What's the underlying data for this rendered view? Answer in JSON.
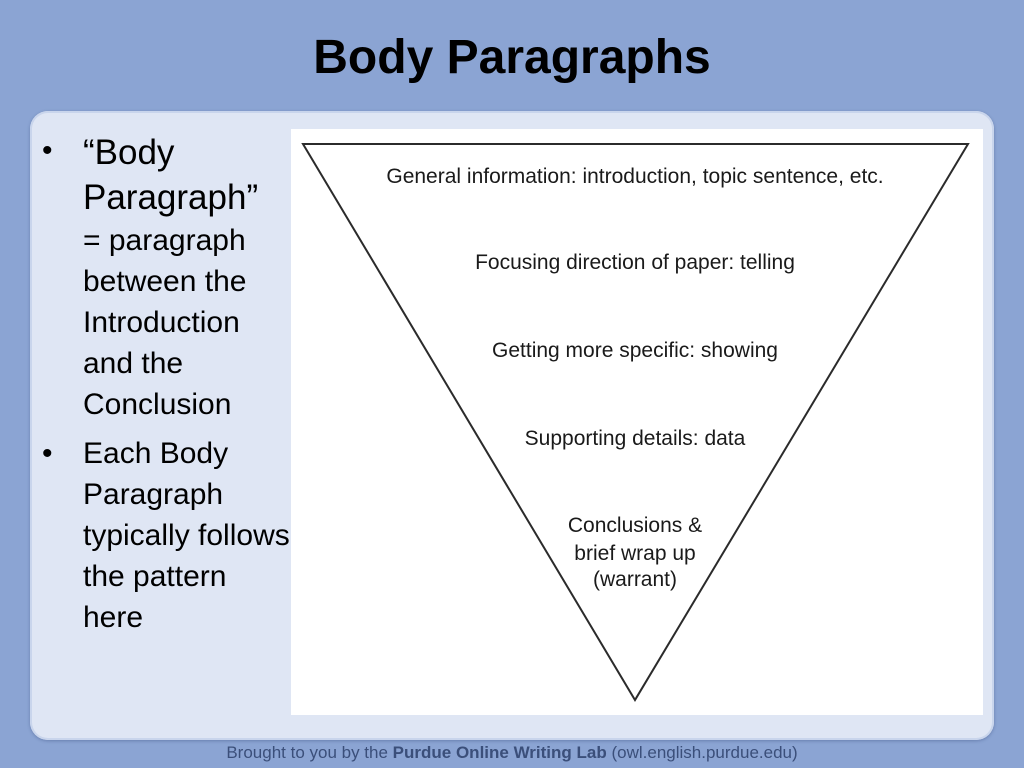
{
  "slide": {
    "title": "Body Paragraphs"
  },
  "bullets": [
    {
      "lead": "“Body Paragraph”",
      "body": "= paragraph between the Introduction and the Conclusion"
    },
    {
      "lead": "",
      "body": "Each Body Paragraph typically follows the pattern here"
    }
  ],
  "diagram": {
    "levels": [
      "General information: introduction, topic sentence, etc.",
      "Focusing direction of paper: telling",
      "Getting more specific: showing",
      "Supporting details: data",
      "Conclusions &",
      "brief wrap up",
      "(warrant)"
    ]
  },
  "footer": {
    "prefix": "Brought to you by the ",
    "org": "Purdue Online Writing Lab",
    "suffix": " (owl.english.purdue.edu)"
  }
}
